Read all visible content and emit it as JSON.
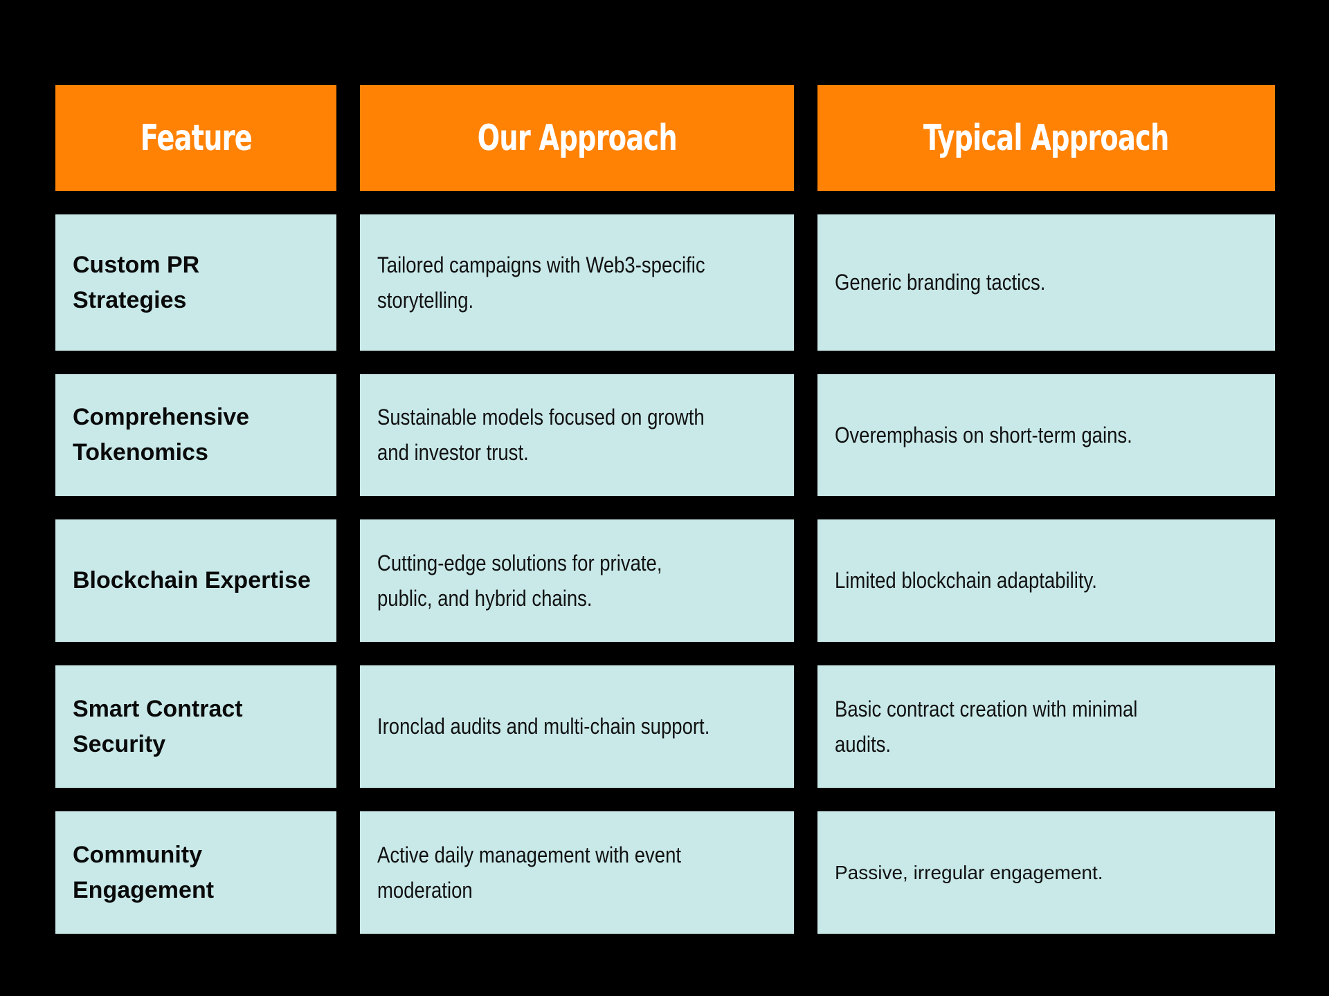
{
  "headers": {
    "feature": "Feature",
    "ours": "Our Approach",
    "typical": "Typical Approach"
  },
  "rows": [
    {
      "feature": "Custom PR Strategies",
      "ours": "Tailored campaigns with Web3-specific storytelling.",
      "typical": "Generic branding tactics."
    },
    {
      "feature": "Comprehensive Tokenomics",
      "ours": "Sustainable models focused on growth and investor trust.",
      "typical": "Overemphasis on short-term gains."
    },
    {
      "feature": "Blockchain Expertise",
      "ours": "Cutting-edge solutions for private, public, and hybrid chains.",
      "typical": "Limited blockchain adaptability."
    },
    {
      "feature": "Smart Contract Security",
      "ours": "Ironclad audits and multi-chain support.",
      "typical": "Basic contract creation with minimal audits."
    },
    {
      "feature": "Community Engagement",
      "ours": "Active daily management with event moderation",
      "typical": "Passive, irregular engagement."
    }
  ],
  "colors": {
    "background": "#000000",
    "header": "#ff8205",
    "cell": "#c9e9e9"
  }
}
